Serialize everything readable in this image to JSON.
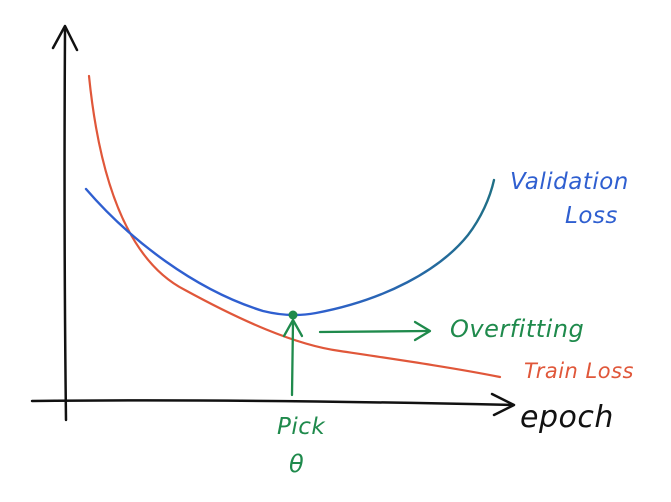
{
  "diagram": {
    "labels": {
      "validation_line1": "Validation",
      "validation_line2": "Loss",
      "overfitting": "Overfitting",
      "train": "Train Loss",
      "xaxis": "epoch",
      "pick_line1": "Pick",
      "pick_line2": "θ"
    },
    "colors": {
      "axis": "#111111",
      "validation": "#2f5fd0",
      "train": "#e0573a",
      "green": "#1f8a4c",
      "background": "#ffffff"
    }
  }
}
